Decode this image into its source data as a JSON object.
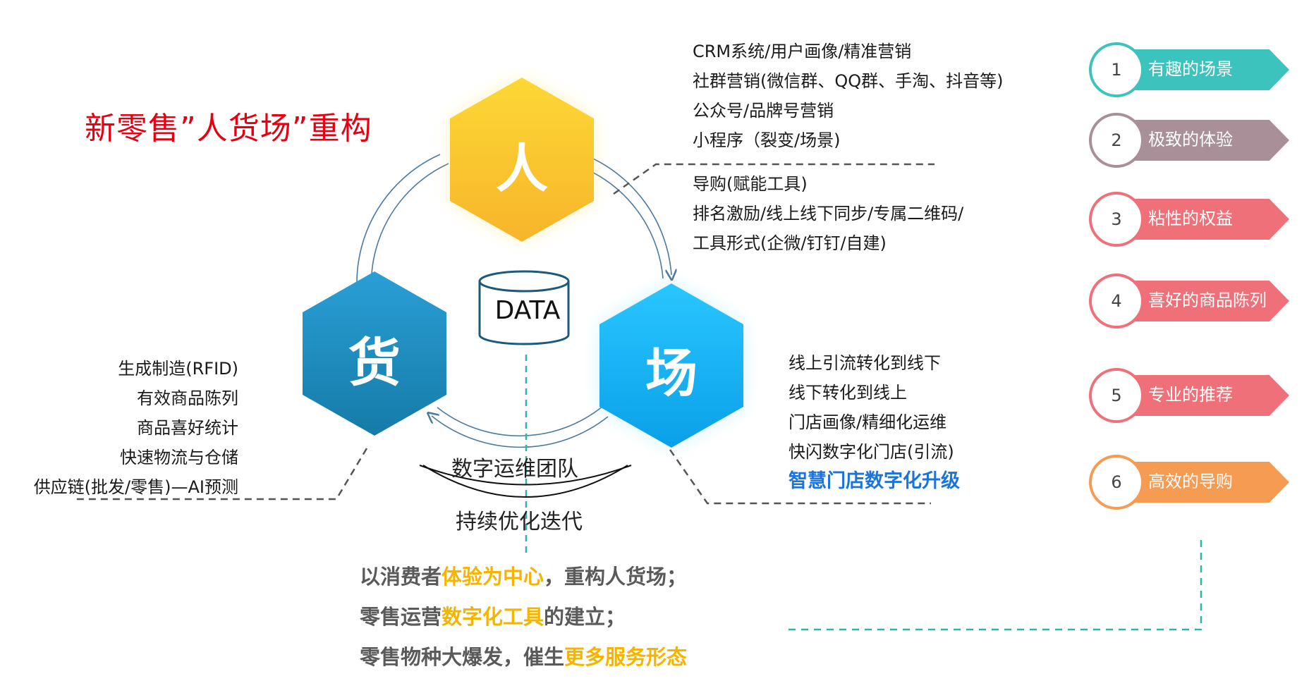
{
  "title": "新零售”人货场”重构",
  "hexagons": {
    "people": {
      "label": "人",
      "color_top": "#fdd835",
      "color_bottom": "#f7b52b"
    },
    "goods": {
      "label": "货",
      "color_top": "#2a9fd6",
      "color_bottom": "#157ba8"
    },
    "place": {
      "label": "场",
      "color_top": "#29c6ff",
      "color_bottom": "#0aa0e8"
    }
  },
  "center": {
    "data_label": "DATA",
    "team_label": "数字运维团队",
    "iter_label": "持续优化迭代"
  },
  "people_list_1": [
    "CRM系统/用户画像/精准营销",
    "社群营销(微信群、QQ群、手淘、抖音等)",
    "公众号/品牌号营销",
    "小程序（裂变/场景)"
  ],
  "people_list_2": [
    "导购(赋能工具)",
    "排名激励/线上线下同步/专属二维码/",
    "工具形式(企微/钉钉/自建)"
  ],
  "goods_list": [
    "生成制造(RFID)",
    "有效商品陈列",
    "商品喜好统计",
    "快速物流与仓储",
    "供应链(批发/零售)—AI预测"
  ],
  "place_list": [
    "线上引流转化到线下",
    "线下转化到线上",
    "门店画像/精细化运维",
    "快闪数字化门店(引流)"
  ],
  "place_highlight": "智慧门店数字化升级",
  "summary": [
    {
      "pre": "以消费者",
      "hl": "体验为中心",
      "post": "，重构人货场；"
    },
    {
      "pre": "零售运营",
      "hl": "数字化工具",
      "post": "的建立；"
    },
    {
      "pre": "零售物种大爆发，催生",
      "hl": "更多服务形态",
      "post": ""
    }
  ],
  "steps": [
    {
      "num": "1",
      "label": "有趣的场景",
      "color": "#3cc3bd"
    },
    {
      "num": "2",
      "label": "极致的体验",
      "color": "#a99098"
    },
    {
      "num": "3",
      "label": "粘性的权益",
      "color": "#f0707a"
    },
    {
      "num": "4",
      "label": "喜好的商品陈列",
      "color": "#f0707a"
    },
    {
      "num": "5",
      "label": "专业的推荐",
      "color": "#f0707a"
    },
    {
      "num": "6",
      "label": "高效的导购",
      "color": "#f59b52"
    }
  ]
}
